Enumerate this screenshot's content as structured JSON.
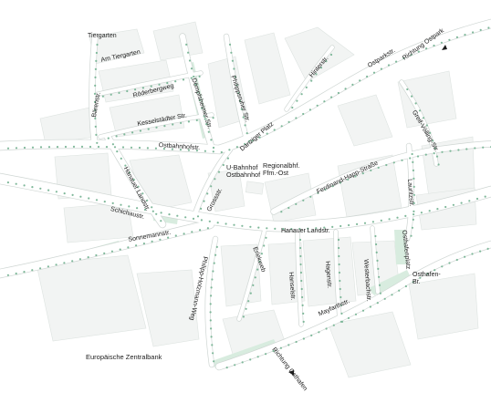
{
  "map": {
    "colors": {
      "background": "#ffffff",
      "road_fill": "#ffffff",
      "road_edge": "#cfd6d3",
      "block_fill": "#f2f4f3",
      "block_edge": "#dde3e0",
      "green_area": "#d8ecdf",
      "tree": "#7fb89a",
      "label": "#1c1c1c"
    },
    "streets": {
      "tiergarten": "Tiergarten",
      "am_tiergarten": "Am Tiergarten",
      "roederbergweg": "Röderbergweg",
      "baerenstr": "Bärenstr.",
      "kesselstaedter": "Kesselstädter Str.",
      "doeringsheimer": "Dömpfsheimer Str.",
      "philippsruher": "Philippsruher Str.",
      "danziger_platz": "Danziger Platz",
      "hanauer_landstr_upper": "Hanauer Landstr.",
      "ostbahnhofstr": "Ostbahnhofstr.",
      "hinter_str": "Hinterstr.",
      "ostparkstr": "Ostparkstr.",
      "richtung_ostpark": "Richtung Ostpark",
      "greif_voelling": "Greif-Völling-Str.",
      "ferdinand_happ": "Ferdinand-Happ-Straße",
      "lauritzstr": "Lauritzstr.",
      "schichaustr": "Schichaustr.",
      "grossstr": "Grossstr.",
      "sonnemannstr": "Sonnemannstr.",
      "hanauer_landstr": "Hanauer Landstr.",
      "erlekwerk": "Erlekweb",
      "philipp_holzmann": "Philipp-Holzmann-Weg",
      "hanselstr": "Hanselstr.",
      "hagenstr": "Hagenstr.",
      "westhafenstr": "Westerbachstr.",
      "osthafenplatz": "Osthafenplatz",
      "mayfarthstr": "Mayfarthstr.",
      "richtung_osthafen": "Richtung Osthafen",
      "osthafen_br": "Osthafen-\nBr."
    },
    "places": {
      "ubahnhof": "U-Bahnhof\nOstbahnhof",
      "regionalbhf": "Regionalbhf.\nFfm.-Ost",
      "ezb": "Europäische Zentralbank"
    }
  }
}
